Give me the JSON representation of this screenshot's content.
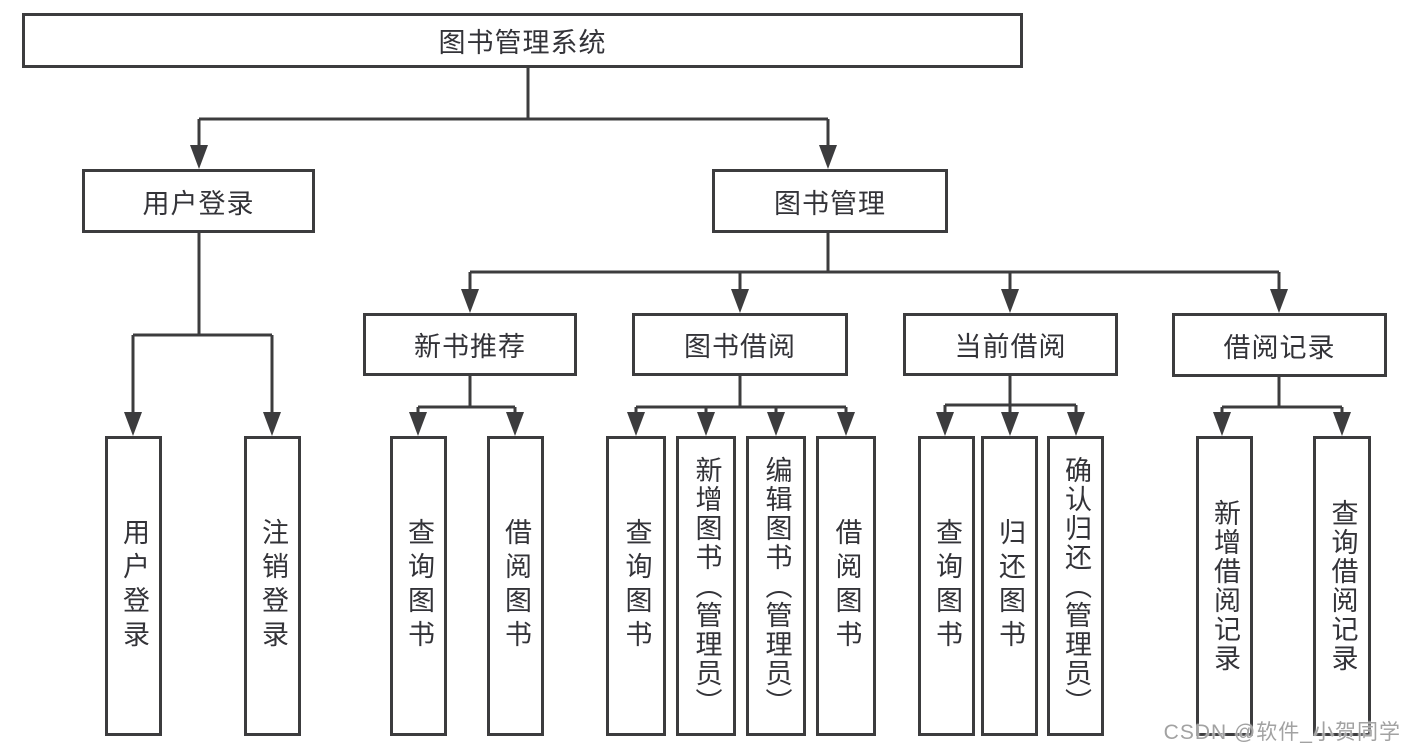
{
  "diagram": {
    "root": {
      "label": "图书管理系统"
    },
    "level2": [
      {
        "label": "用户登录",
        "children": [
          {
            "label": "用户登录"
          },
          {
            "label": "注销登录"
          }
        ]
      },
      {
        "label": "图书管理",
        "children": [
          {
            "label": "新书推荐",
            "children": [
              {
                "label": "查询图书"
              },
              {
                "label": "借阅图书"
              }
            ]
          },
          {
            "label": "图书借阅",
            "children": [
              {
                "label": "查询图书"
              },
              {
                "label": "新增图书（管理员）"
              },
              {
                "label": "编辑图书（管理员）"
              },
              {
                "label": "借阅图书"
              }
            ]
          },
          {
            "label": "当前借阅",
            "children": [
              {
                "label": "查询图书"
              },
              {
                "label": "归还图书"
              },
              {
                "label": "确认归还（管理员）"
              }
            ]
          },
          {
            "label": "借阅记录",
            "children": [
              {
                "label": "新增借阅记录"
              },
              {
                "label": "查询借阅记录"
              }
            ]
          }
        ]
      }
    ]
  },
  "watermark": {
    "text": "CSDN @软件_小贺同学"
  },
  "colors": {
    "line": "#3c3c3e",
    "text": "#333338",
    "watermark": "#a2a2a2",
    "background": "#ffffff"
  }
}
